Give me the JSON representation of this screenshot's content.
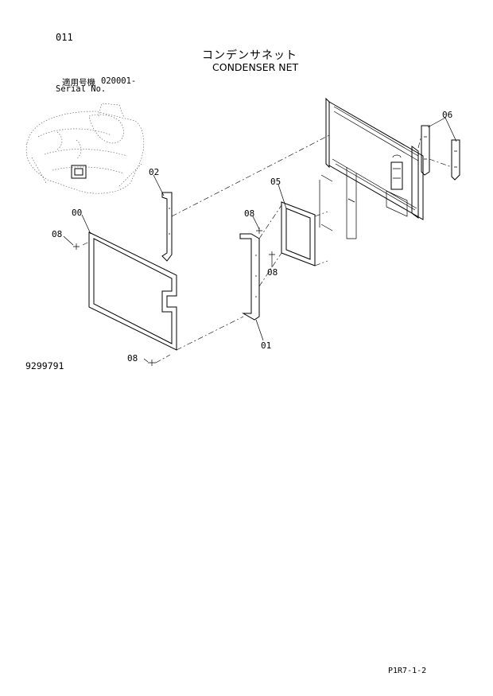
{
  "header": {
    "page_number": "011",
    "title_jp": "コンデンサネット",
    "title_en": "CONDENSER NET",
    "serial_label_jp": "適用号機",
    "serial_label_en": "Serial No.",
    "serial_value": "020001-"
  },
  "callouts": {
    "c00": "00",
    "c01": "01",
    "c02": "02",
    "c05": "05",
    "c06": "06",
    "c08a": "08",
    "c08b": "08",
    "c08c": "08",
    "c08d": "08"
  },
  "footer": {
    "drawing_number": "9299791",
    "sheet_ref": "P1R7-1-2"
  }
}
